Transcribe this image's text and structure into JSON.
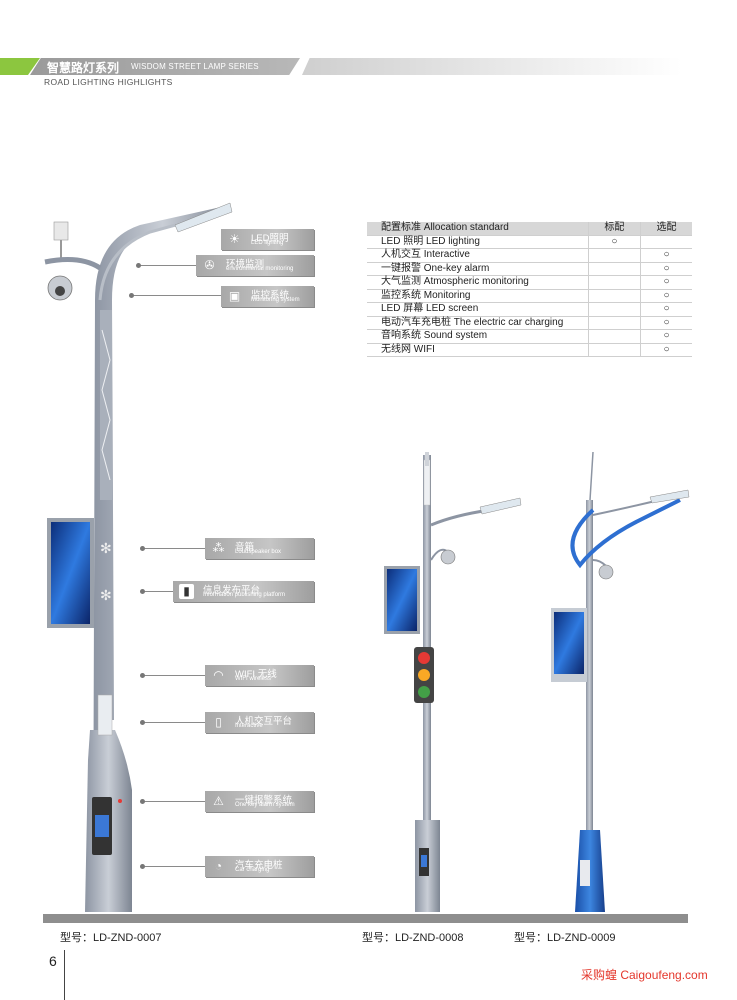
{
  "header": {
    "title_cn": "智慧路灯系列",
    "title_en": "WISDOM STREET LAMP SERIES",
    "subtitle": "ROAD LIGHTING HIGHLIGHTS"
  },
  "table": {
    "headers": [
      "配置标准 Allocation standard",
      "标配",
      "选配"
    ],
    "rows": [
      {
        "name": "LED 照明 LED lighting",
        "standard": "○",
        "optional": ""
      },
      {
        "name": "人机交互 Interactive",
        "standard": "",
        "optional": "○"
      },
      {
        "name": "一键报警 One-key alarm",
        "standard": "",
        "optional": "○"
      },
      {
        "name": "大气监测 Atmospheric monitoring",
        "standard": "",
        "optional": "○"
      },
      {
        "name": "监控系统 Monitoring",
        "standard": "",
        "optional": "○"
      },
      {
        "name": "LED 屏幕 LED screen",
        "standard": "",
        "optional": "○"
      },
      {
        "name": "电动汽车充电桩 The electric car charging",
        "standard": "",
        "optional": "○"
      },
      {
        "name": "音响系统 Sound system",
        "standard": "",
        "optional": "○"
      },
      {
        "name": "无线网 WIFI",
        "standard": "",
        "optional": "○"
      }
    ]
  },
  "callouts": {
    "led": {
      "cn": "LED照明",
      "en": "LED lighting",
      "icon": "sun-icon"
    },
    "env": {
      "cn": "环境监测",
      "en": "environmental monitoring",
      "icon": "fan-icon"
    },
    "mon": {
      "cn": "监控系统",
      "en": "Monitoring system",
      "icon": "camera-icon"
    },
    "sound": {
      "cn": "音箱",
      "en": "Loudspeaker box",
      "icon": "speaker-icon"
    },
    "info": {
      "cn": "信息发布平台",
      "en": "Information publishing platform",
      "icon": "tablet-icon"
    },
    "wifi": {
      "cn": "WIFI 无线",
      "en": "WIFI wireless",
      "icon": "wifi-icon"
    },
    "hci": {
      "cn": "人机交互平台",
      "en": "Interactive",
      "icon": "phone-icon"
    },
    "alarm": {
      "cn": "一键报警系统",
      "en": "One key alarm system",
      "icon": "warning-icon"
    },
    "charge": {
      "cn": "汽车充电桩",
      "en": "Car charging",
      "icon": "gauge-icon"
    }
  },
  "models": [
    "型号：LD-ZND-0007",
    "型号：LD-ZND-0008",
    "型号：LD-ZND-0009"
  ],
  "page_number": "6",
  "site": "采购蝗 Caigoufeng.com",
  "colors": {
    "accent_green": "#8cc63f",
    "header_gray": "#a8a8a8",
    "screen_blue": "#1f5fc4",
    "site_red": "#e4372c"
  }
}
